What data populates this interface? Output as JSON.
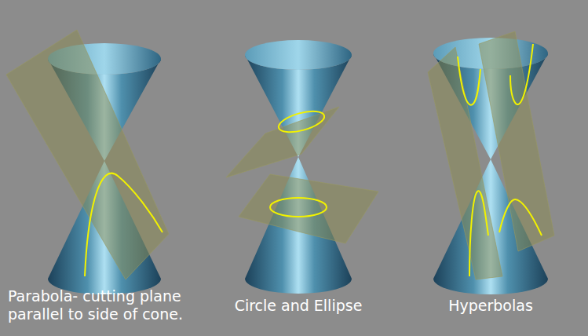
{
  "diagram": {
    "labels": [
      "Parabola- cutting plane parallel to side of cone.",
      "Circle and Ellipse",
      "Hyperbolas"
    ]
  }
}
